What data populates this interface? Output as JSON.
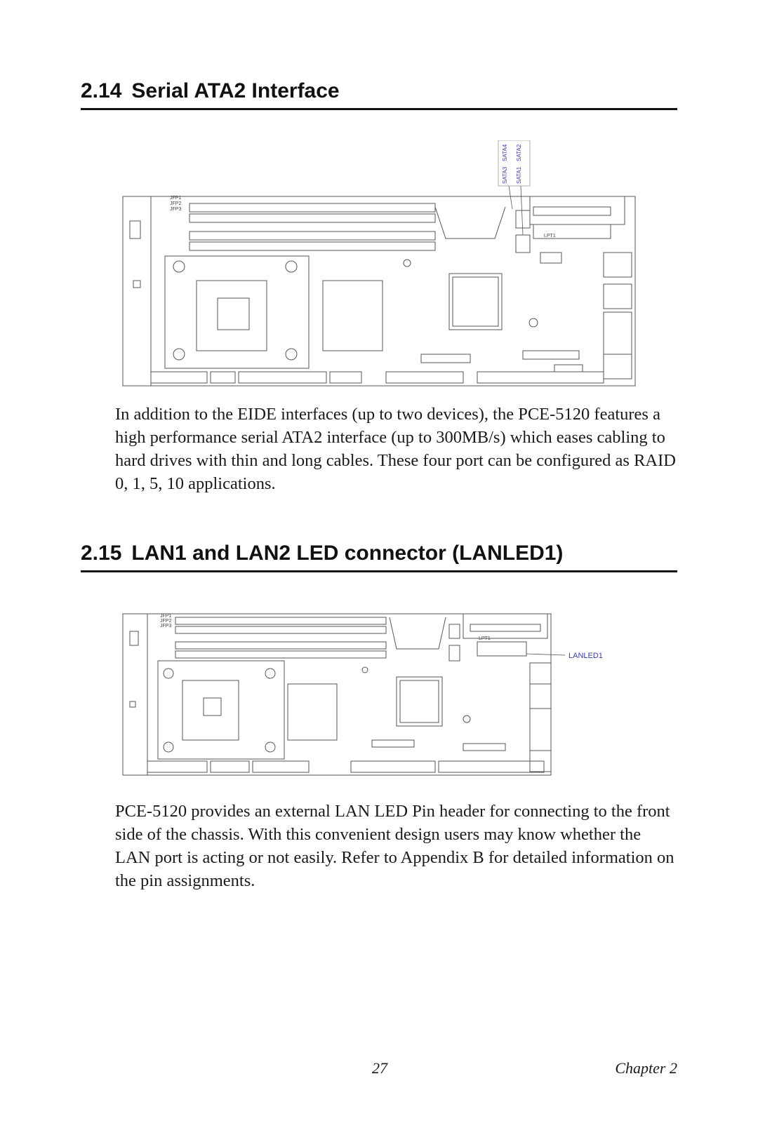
{
  "section1": {
    "number": "2.14",
    "title": "Serial ATA2 Interface",
    "figure": {
      "labels": {
        "jfp1": "JFP1",
        "jfp2": "JFP2",
        "jfp3": "JFP3",
        "sata1": "SATA1",
        "sata2": "SATA2",
        "sata3": "SATA3",
        "sata4": "SATA4",
        "lpt1": "LPT1"
      }
    },
    "paragraph": "In addition to the EIDE interfaces (up to two devices), the PCE-5120 features a high performance serial ATA2 interface (up to 300MB/s) which eases cabling to hard drives with thin and long cables. These four port can be configured as RAID 0, 1, 5, 10 applications."
  },
  "section2": {
    "number": "2.15",
    "title": "LAN1 and LAN2 LED connector (LANLED1)",
    "figure": {
      "labels": {
        "jfp1": "JFP1",
        "jfp2": "JFP2",
        "jfp3": "JFP3",
        "lpt1": "LPT1",
        "callout": "LANLED1"
      }
    },
    "paragraph": "PCE-5120 provides an external LAN LED Pin header for connecting to the front side of the chassis. With this convenient design users may know whether the LAN port is acting or not easily. Refer to Appendix B for detailed information on the pin assignments."
  },
  "footer": {
    "page": "27",
    "chapter": "Chapter 2"
  },
  "colors": {
    "label_blue": "#3b3ba8",
    "line": "#555555"
  }
}
